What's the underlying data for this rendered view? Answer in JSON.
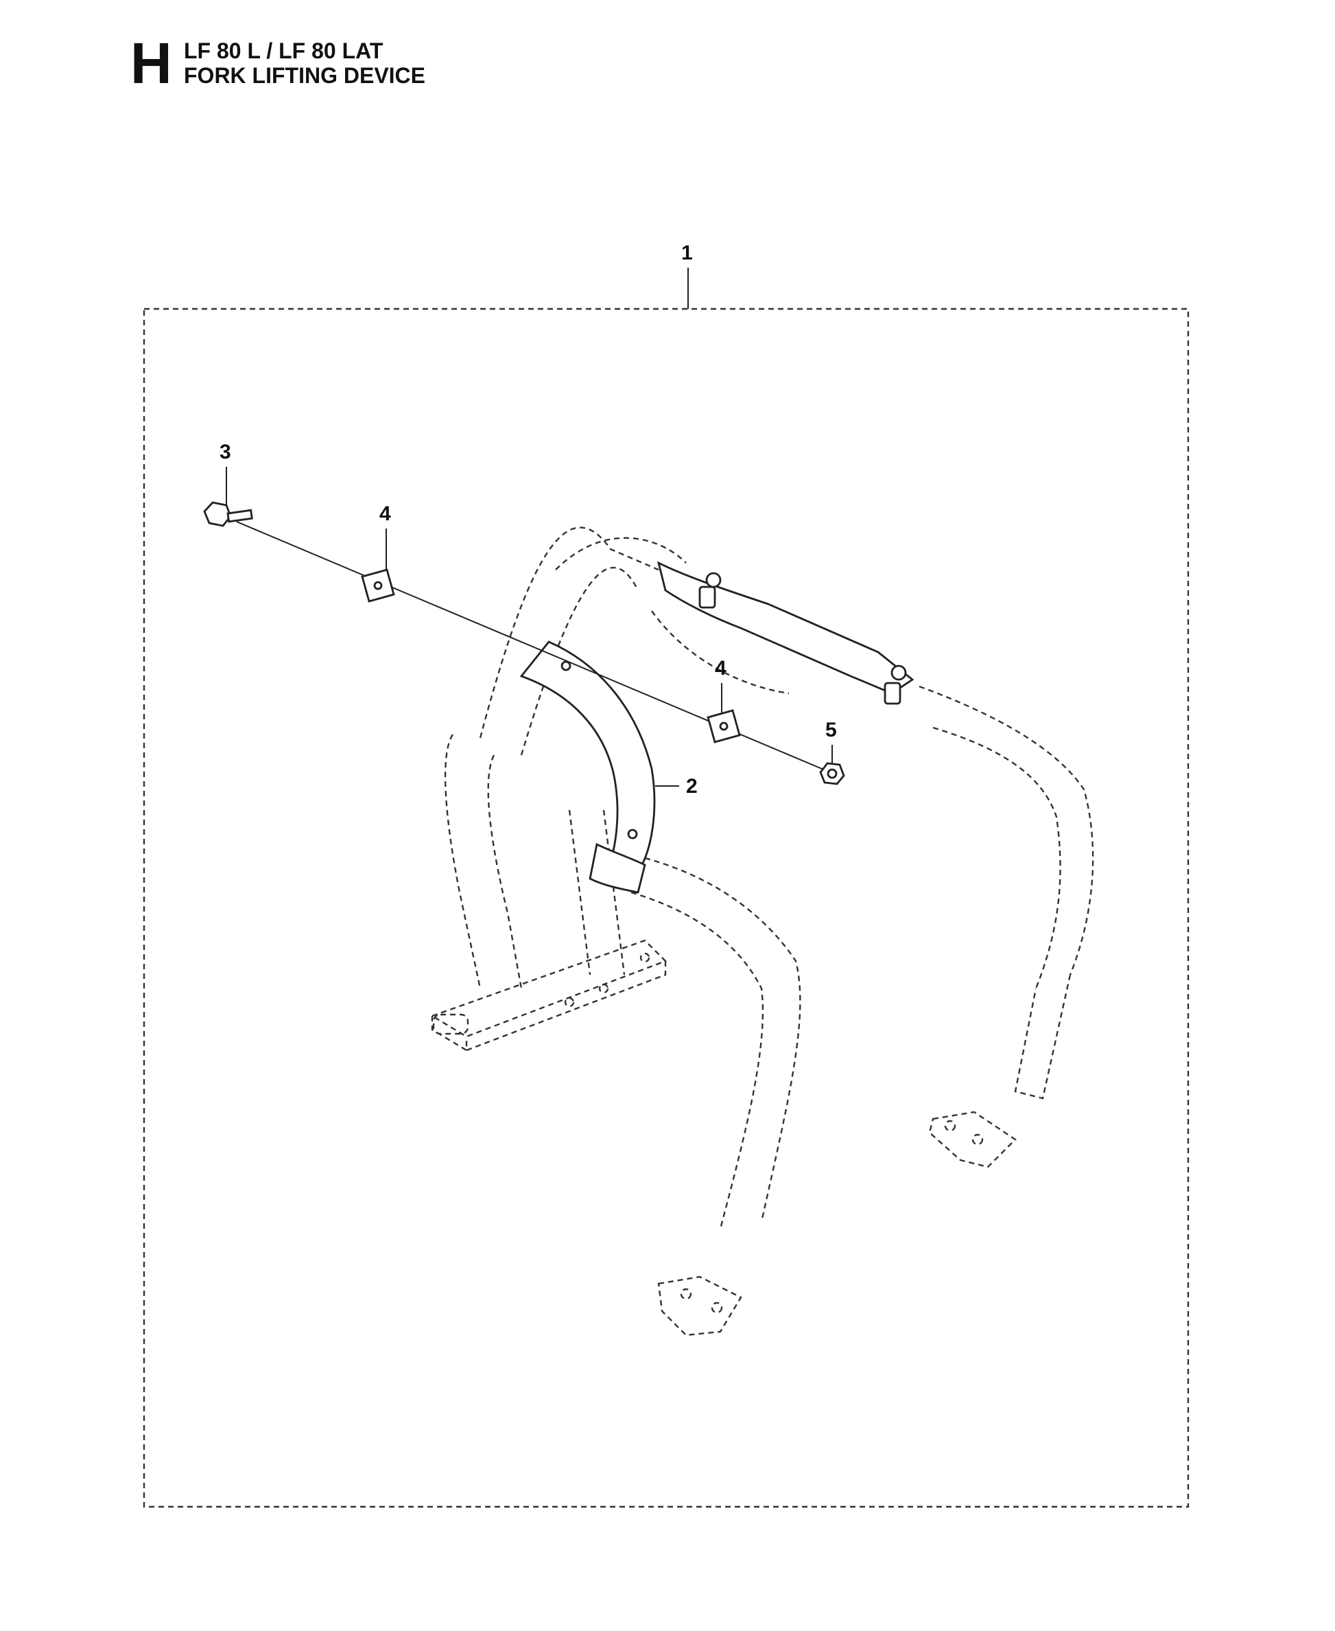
{
  "header": {
    "section_letter": "H",
    "model": "LF 80 L / LF 80 LAT",
    "title": "FORK LIFTING DEVICE"
  },
  "callouts": [
    {
      "id": "1",
      "label": "1"
    },
    {
      "id": "2",
      "label": "2"
    },
    {
      "id": "3",
      "label": "3"
    },
    {
      "id": "4a",
      "label": "4"
    },
    {
      "id": "4b",
      "label": "4"
    },
    {
      "id": "5",
      "label": "5"
    }
  ]
}
